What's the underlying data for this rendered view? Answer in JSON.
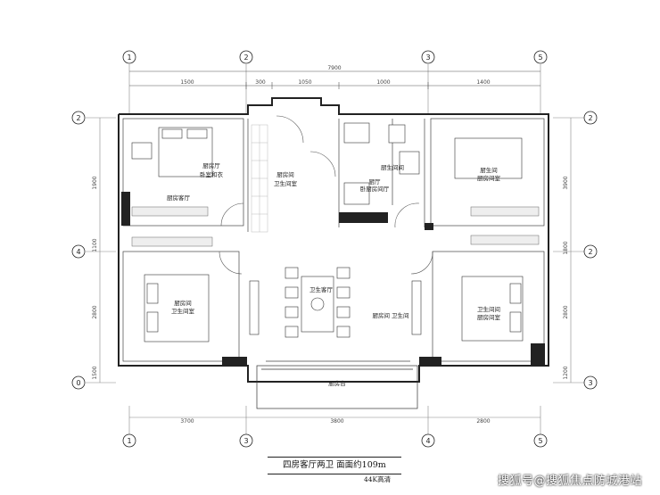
{
  "dimensions": {
    "top_total": "7900",
    "top_parts": [
      "1500",
      "300",
      "1050",
      "1000",
      "1400"
    ],
    "bottom_parts": [
      "3700",
      "3800",
      "2800"
    ],
    "left_parts": [
      "1900",
      "1100",
      "2800",
      "1500"
    ],
    "right_parts": [
      "3900",
      "1800",
      "2800",
      "1200"
    ]
  },
  "axes": {
    "top": [
      "1",
      "2",
      "3",
      "5"
    ],
    "bottom": [
      "1",
      "3",
      "4",
      "5"
    ],
    "left": [
      "2",
      "4",
      "0"
    ],
    "right": [
      "2",
      "2",
      "3"
    ]
  },
  "rooms": {
    "top_left": [
      "厨房厅",
      "卧室和衣"
    ],
    "top_left_small": "厨房客厅",
    "top_bath": [
      "厨房间",
      "卫生间室"
    ],
    "top_center": "厨生间间",
    "center_small": [
      "厨厅",
      "卧厨房间厅"
    ],
    "top_right": [
      "厨生间",
      "厨房间室"
    ],
    "left_bedroom": [
      "厨房间",
      "卫生间室"
    ],
    "dining": "卫生客厅",
    "corridor": "厨房间 卫生间",
    "right_bedroom": [
      "卫生间间",
      "厨房间室"
    ],
    "balcony": "厨房台"
  },
  "title": "四房客厅两卫  面面约109m",
  "subtitle": "44K高清",
  "watermark": "搜狐号@搜狐焦点防城港站",
  "colors": {
    "wall": "#222222",
    "line": "#444444",
    "tile": "#bbbbbb"
  }
}
